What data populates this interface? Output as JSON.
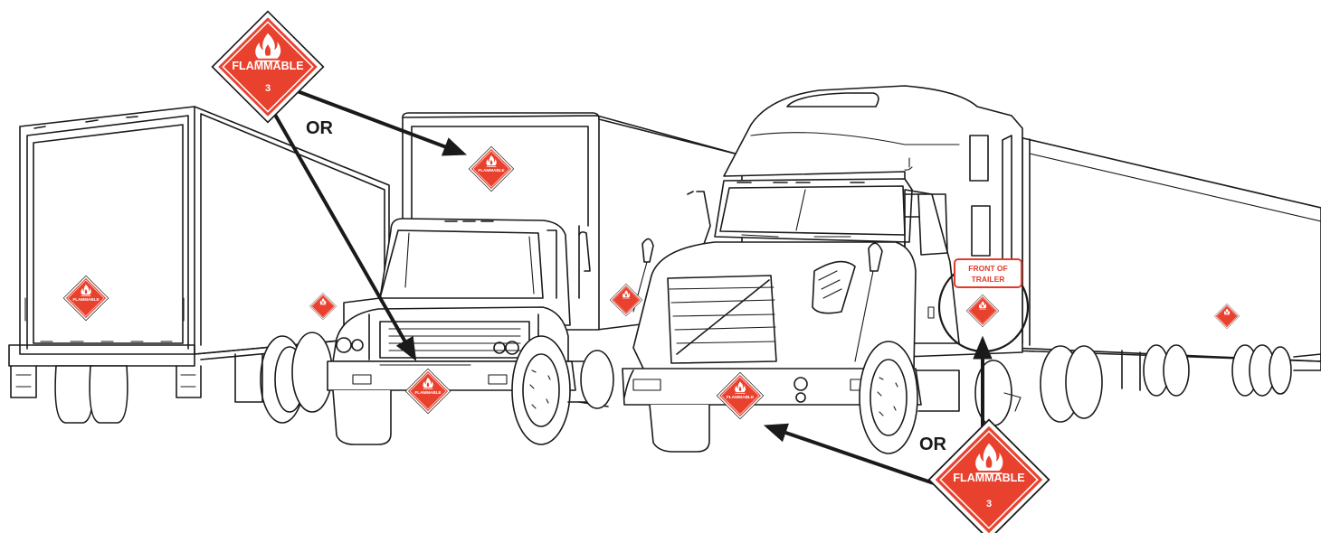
{
  "colors": {
    "placard_red": "#e8422f",
    "line": "#1a1a1a",
    "arrow": "#1a1a1a",
    "callout": "#e23a2b",
    "background": "#ffffff"
  },
  "placard": {
    "text": "FLAMMABLE",
    "hazard_class": "3",
    "icon": "flame-icon"
  },
  "labels": {
    "or_left": "OR",
    "or_right": "OR",
    "callout_line1": "FRONT OF",
    "callout_line2": "TRAILER"
  }
}
